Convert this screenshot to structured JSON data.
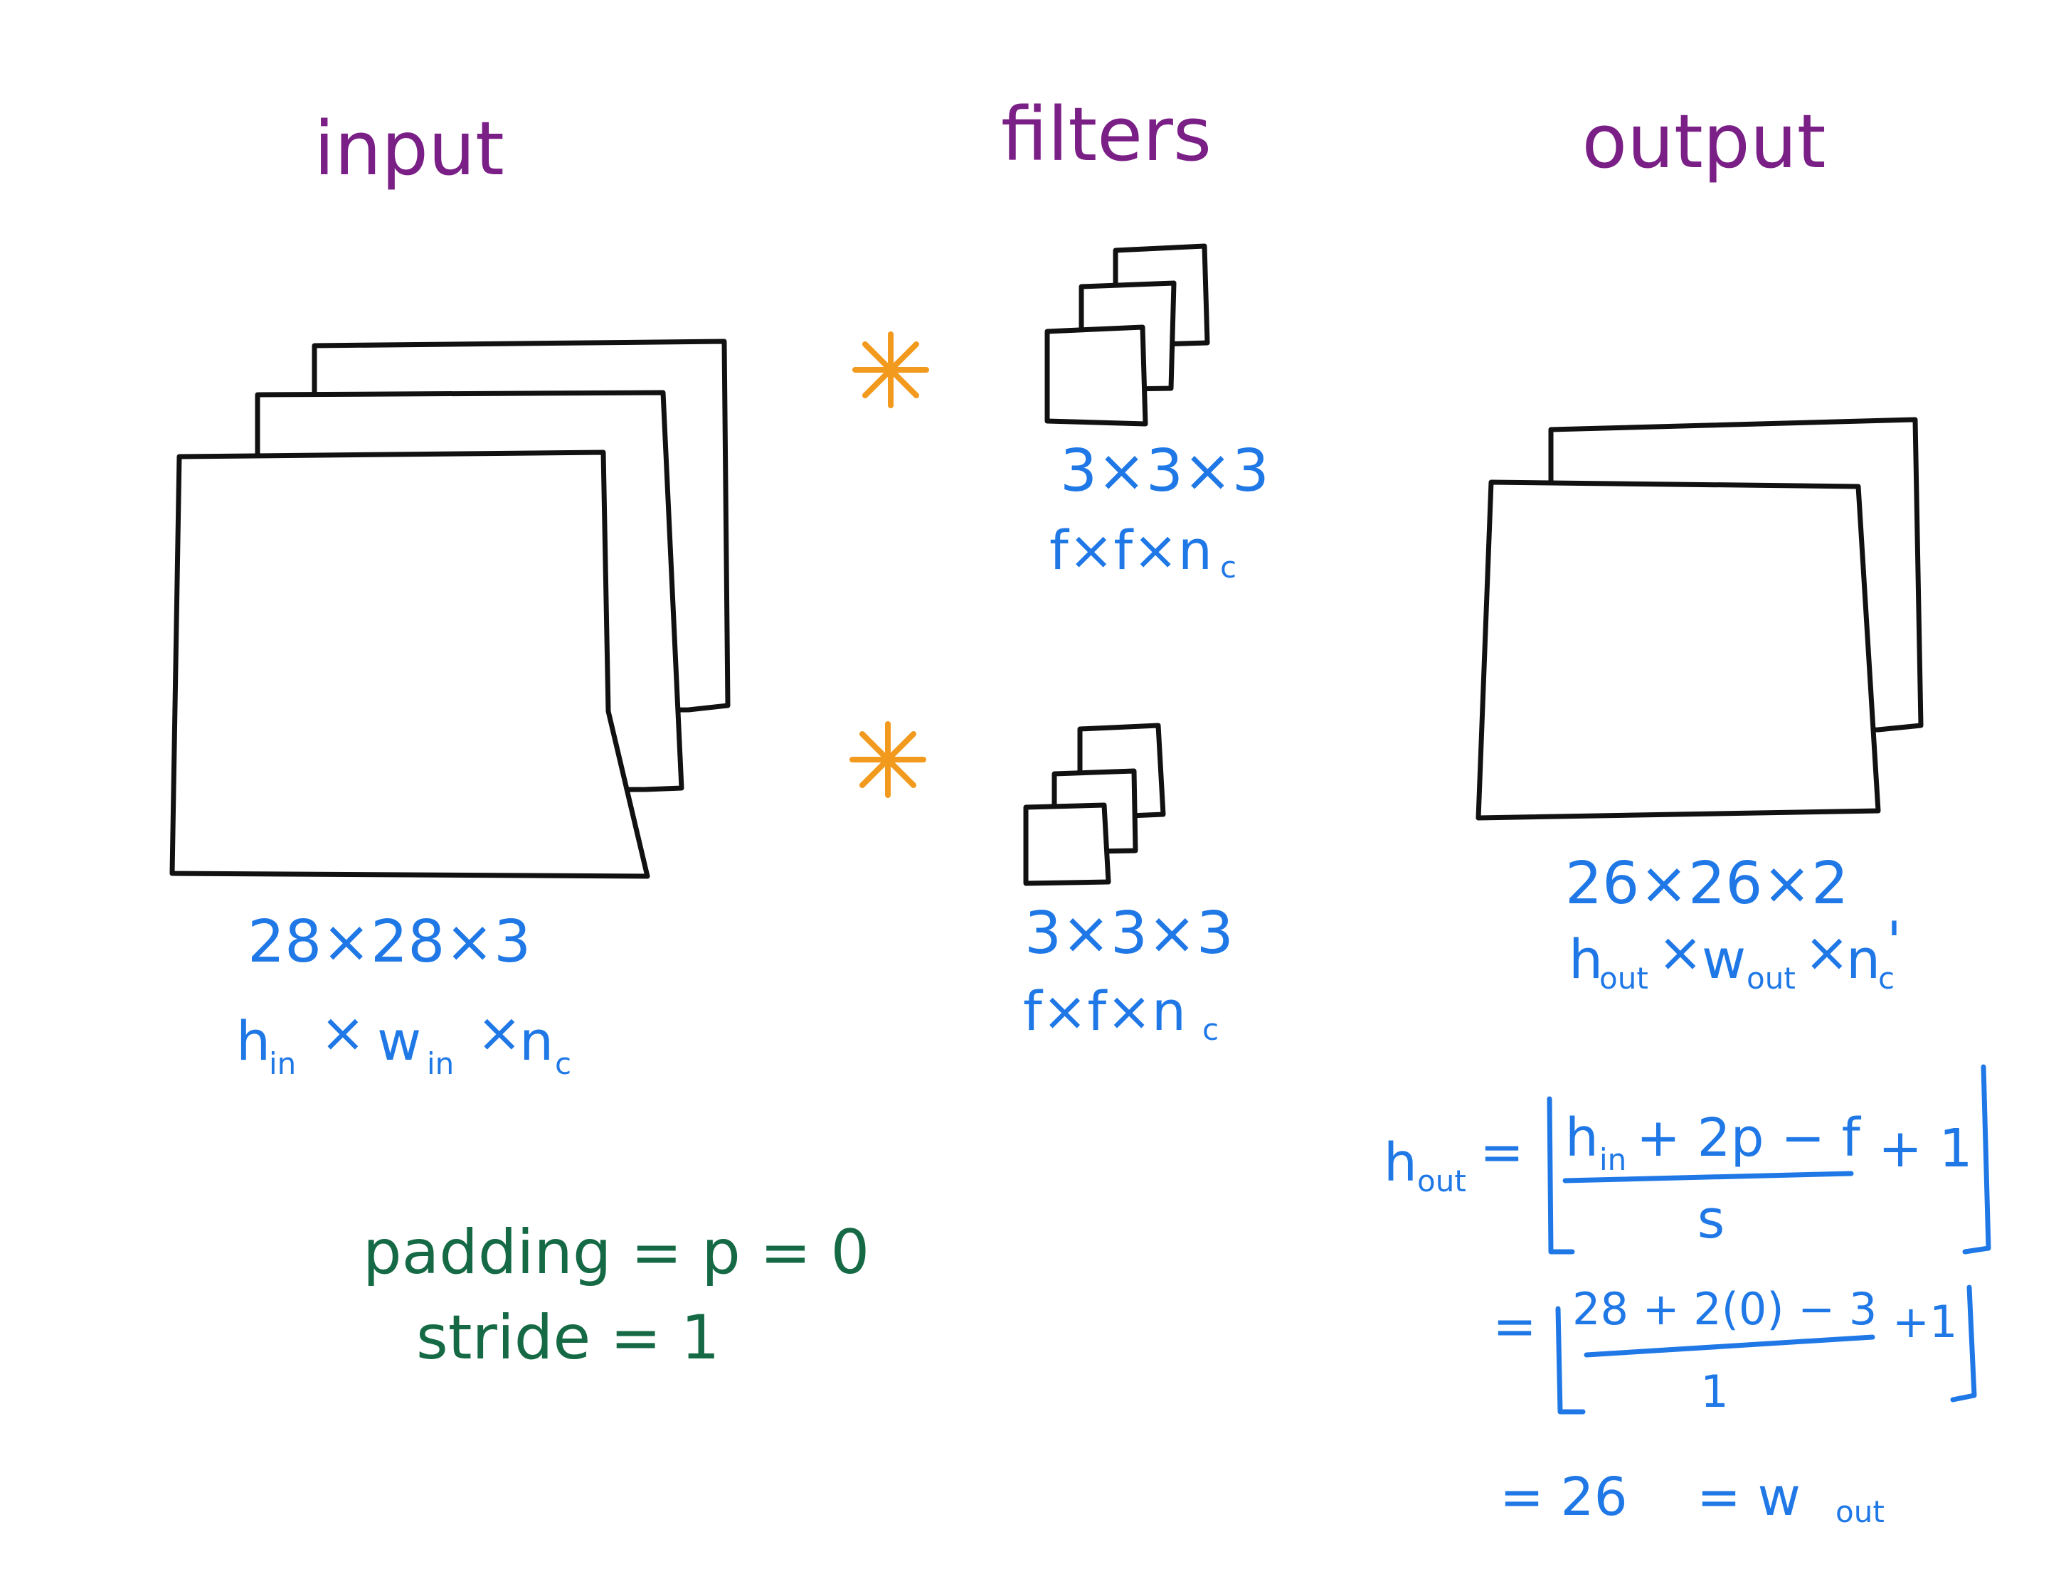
{
  "headings": {
    "input": "input",
    "filters": "filters",
    "output": "output"
  },
  "input": {
    "dims": "28×28×3",
    "h": "h",
    "h_sub": "in",
    "w": "w",
    "w_sub": "in",
    "n": "n",
    "n_sub": "c",
    "x": "×"
  },
  "filter1": {
    "dims": "3×3×3",
    "symbolic": "f×f×n",
    "n_sub": "c"
  },
  "filter2": {
    "dims": "3×3×3",
    "symbolic": "f×f×n",
    "n_sub": "c"
  },
  "operator": "∗",
  "output": {
    "dims": "26×26×2",
    "h": "h",
    "h_sub": "out",
    "w": "w",
    "w_sub": "out",
    "n": "n",
    "n_sub": "c",
    "n_prime": "'",
    "x": "×"
  },
  "params": {
    "padding": "padding = p = 0",
    "stride": "stride = 1"
  },
  "formula": {
    "lhs": "h",
    "lhs_sub": "out",
    "eq": "=",
    "num_h": "h",
    "num_h_sub": "in",
    "num_rest": "+ 2p − f",
    "den": "s",
    "plus_one": "+ 1",
    "sub_num": "28 + 2(0) − 3",
    "sub_den": "1",
    "sub_plus": "+1",
    "result": "= 26",
    "result_eq": "= w",
    "result_sub": "out"
  },
  "colors": {
    "heading": "#7a1f86",
    "dimension": "#1f78e6",
    "parameter": "#156a45",
    "operator": "#f29a1e",
    "sheet": "#111111"
  }
}
